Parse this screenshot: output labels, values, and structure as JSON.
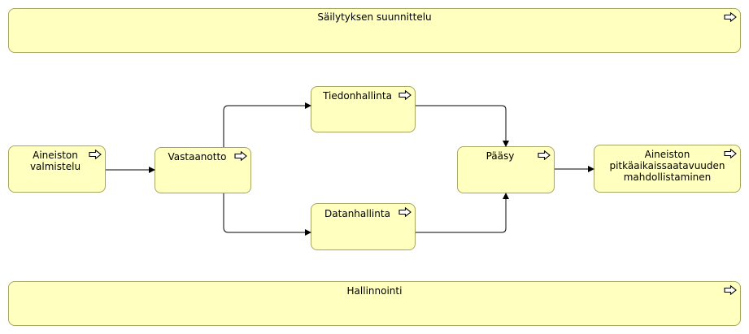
{
  "diagram": {
    "nodes": [
      {
        "id": "sailytyksen-suunnittelu",
        "label": "Säilytyksen suunnittelu",
        "icon": "process-arrow-icon"
      },
      {
        "id": "aineiston-valmistelu",
        "label": "Aineiston valmistelu",
        "icon": "process-arrow-icon"
      },
      {
        "id": "vastaanotto",
        "label": "Vastaanotto",
        "icon": "process-arrow-icon"
      },
      {
        "id": "tiedonhallinta",
        "label": "Tiedonhallinta",
        "icon": "process-arrow-icon"
      },
      {
        "id": "datanhallinta",
        "label": "Datanhallinta",
        "icon": "process-arrow-icon"
      },
      {
        "id": "paasy",
        "label": "Pääsy",
        "icon": "process-arrow-icon"
      },
      {
        "id": "pitkaaikaissaatavuus",
        "label": "Aineiston pitkäaikaissaatavuuden mahdollistaminen",
        "icon": "process-arrow-icon"
      },
      {
        "id": "hallinnointi",
        "label": "Hallinnointi",
        "icon": "process-arrow-icon"
      }
    ],
    "edges": [
      {
        "from": "aineiston-valmistelu",
        "to": "vastaanotto"
      },
      {
        "from": "vastaanotto",
        "to": "tiedonhallinta"
      },
      {
        "from": "vastaanotto",
        "to": "datanhallinta"
      },
      {
        "from": "tiedonhallinta",
        "to": "paasy"
      },
      {
        "from": "datanhallinta",
        "to": "paasy"
      },
      {
        "from": "paasy",
        "to": "pitkaaikaissaatavuus"
      }
    ],
    "colors": {
      "node_fill": "#ffffbf",
      "node_border": "#a6a660",
      "edge": "#000000"
    }
  }
}
